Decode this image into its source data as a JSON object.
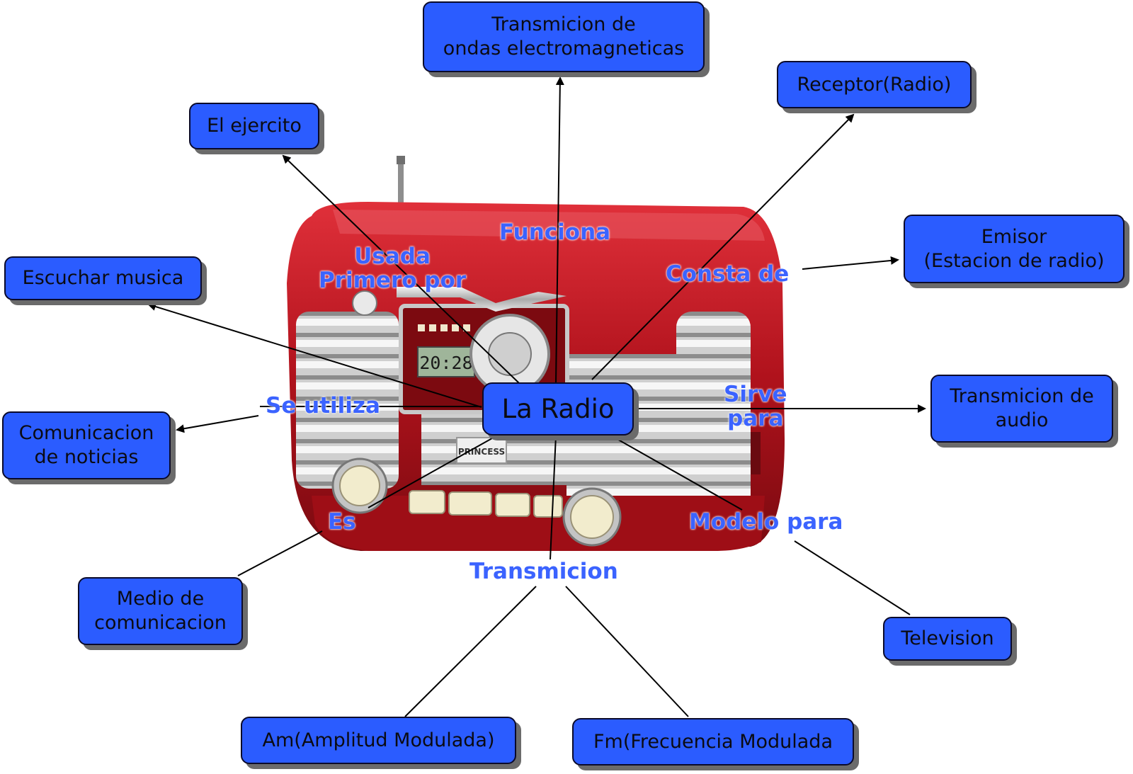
{
  "center": {
    "label": "La Radio"
  },
  "nodes": {
    "transmision_ondas": "Transmicion de\nondas electromagneticas",
    "receptor": "Receptor(Radio)",
    "el_ejercito": "El ejercito",
    "emisor": "Emisor\n(Estacion de radio)",
    "escuchar_musica": "Escuchar musica",
    "transmision_audio": "Transmicion de\naudio",
    "comunicacion_noticias": "Comunicacion\nde noticias",
    "medio_comunicacion": "Medio de\ncomunicacion",
    "television": "Television",
    "am": "Am(Amplitud Modulada)",
    "fm": "Fm(Frecuencia Modulada"
  },
  "links": {
    "funciona": "Funciona",
    "usada_primero_por": "Usada\nPrimero por",
    "consta_de": "Consta de",
    "se_utiliza": "Se utiliza",
    "sirve_para": "Sirve\npara",
    "es": "Es",
    "modelo_para": "Modelo para",
    "transmicion": "Transmicion"
  },
  "radio_display": {
    "time": "20:28",
    "brand": "PRINCESS"
  },
  "colors": {
    "node_fill": "#2b5cff",
    "link_text": "#3b63ff",
    "radio_body": "#b5121b",
    "shadow": "#6b6b6b"
  }
}
